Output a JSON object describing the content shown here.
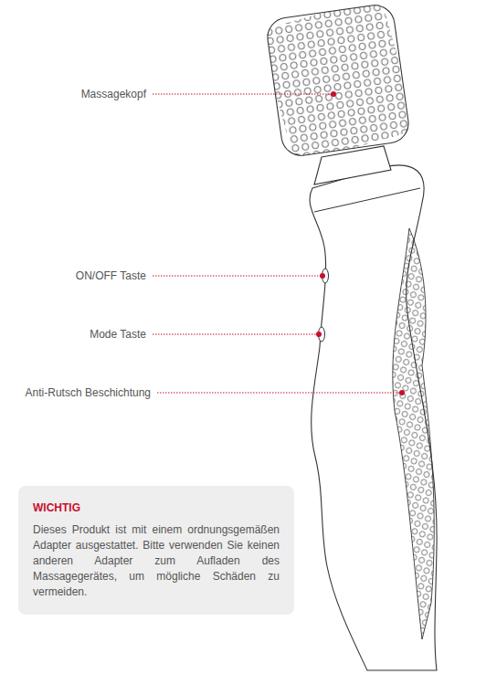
{
  "diagram": {
    "nodes": [
      {
        "text": [
          "WICHTIG",
          "Dieses Produkt ist mit einem ordnungsgemäßen Adapter ausgestattet. Bitte verwenden Sie keinen anderen Adapter zum Aufladen des Massagegerätes, um mögliche Schäden zu vermeiden."
        ]
      }
    ],
    "labels": [
      "Massagekopf",
      "ON/OFF Taste",
      "Mode Taste",
      "Anti-Rutsch Beschichtung"
    ]
  }
}
